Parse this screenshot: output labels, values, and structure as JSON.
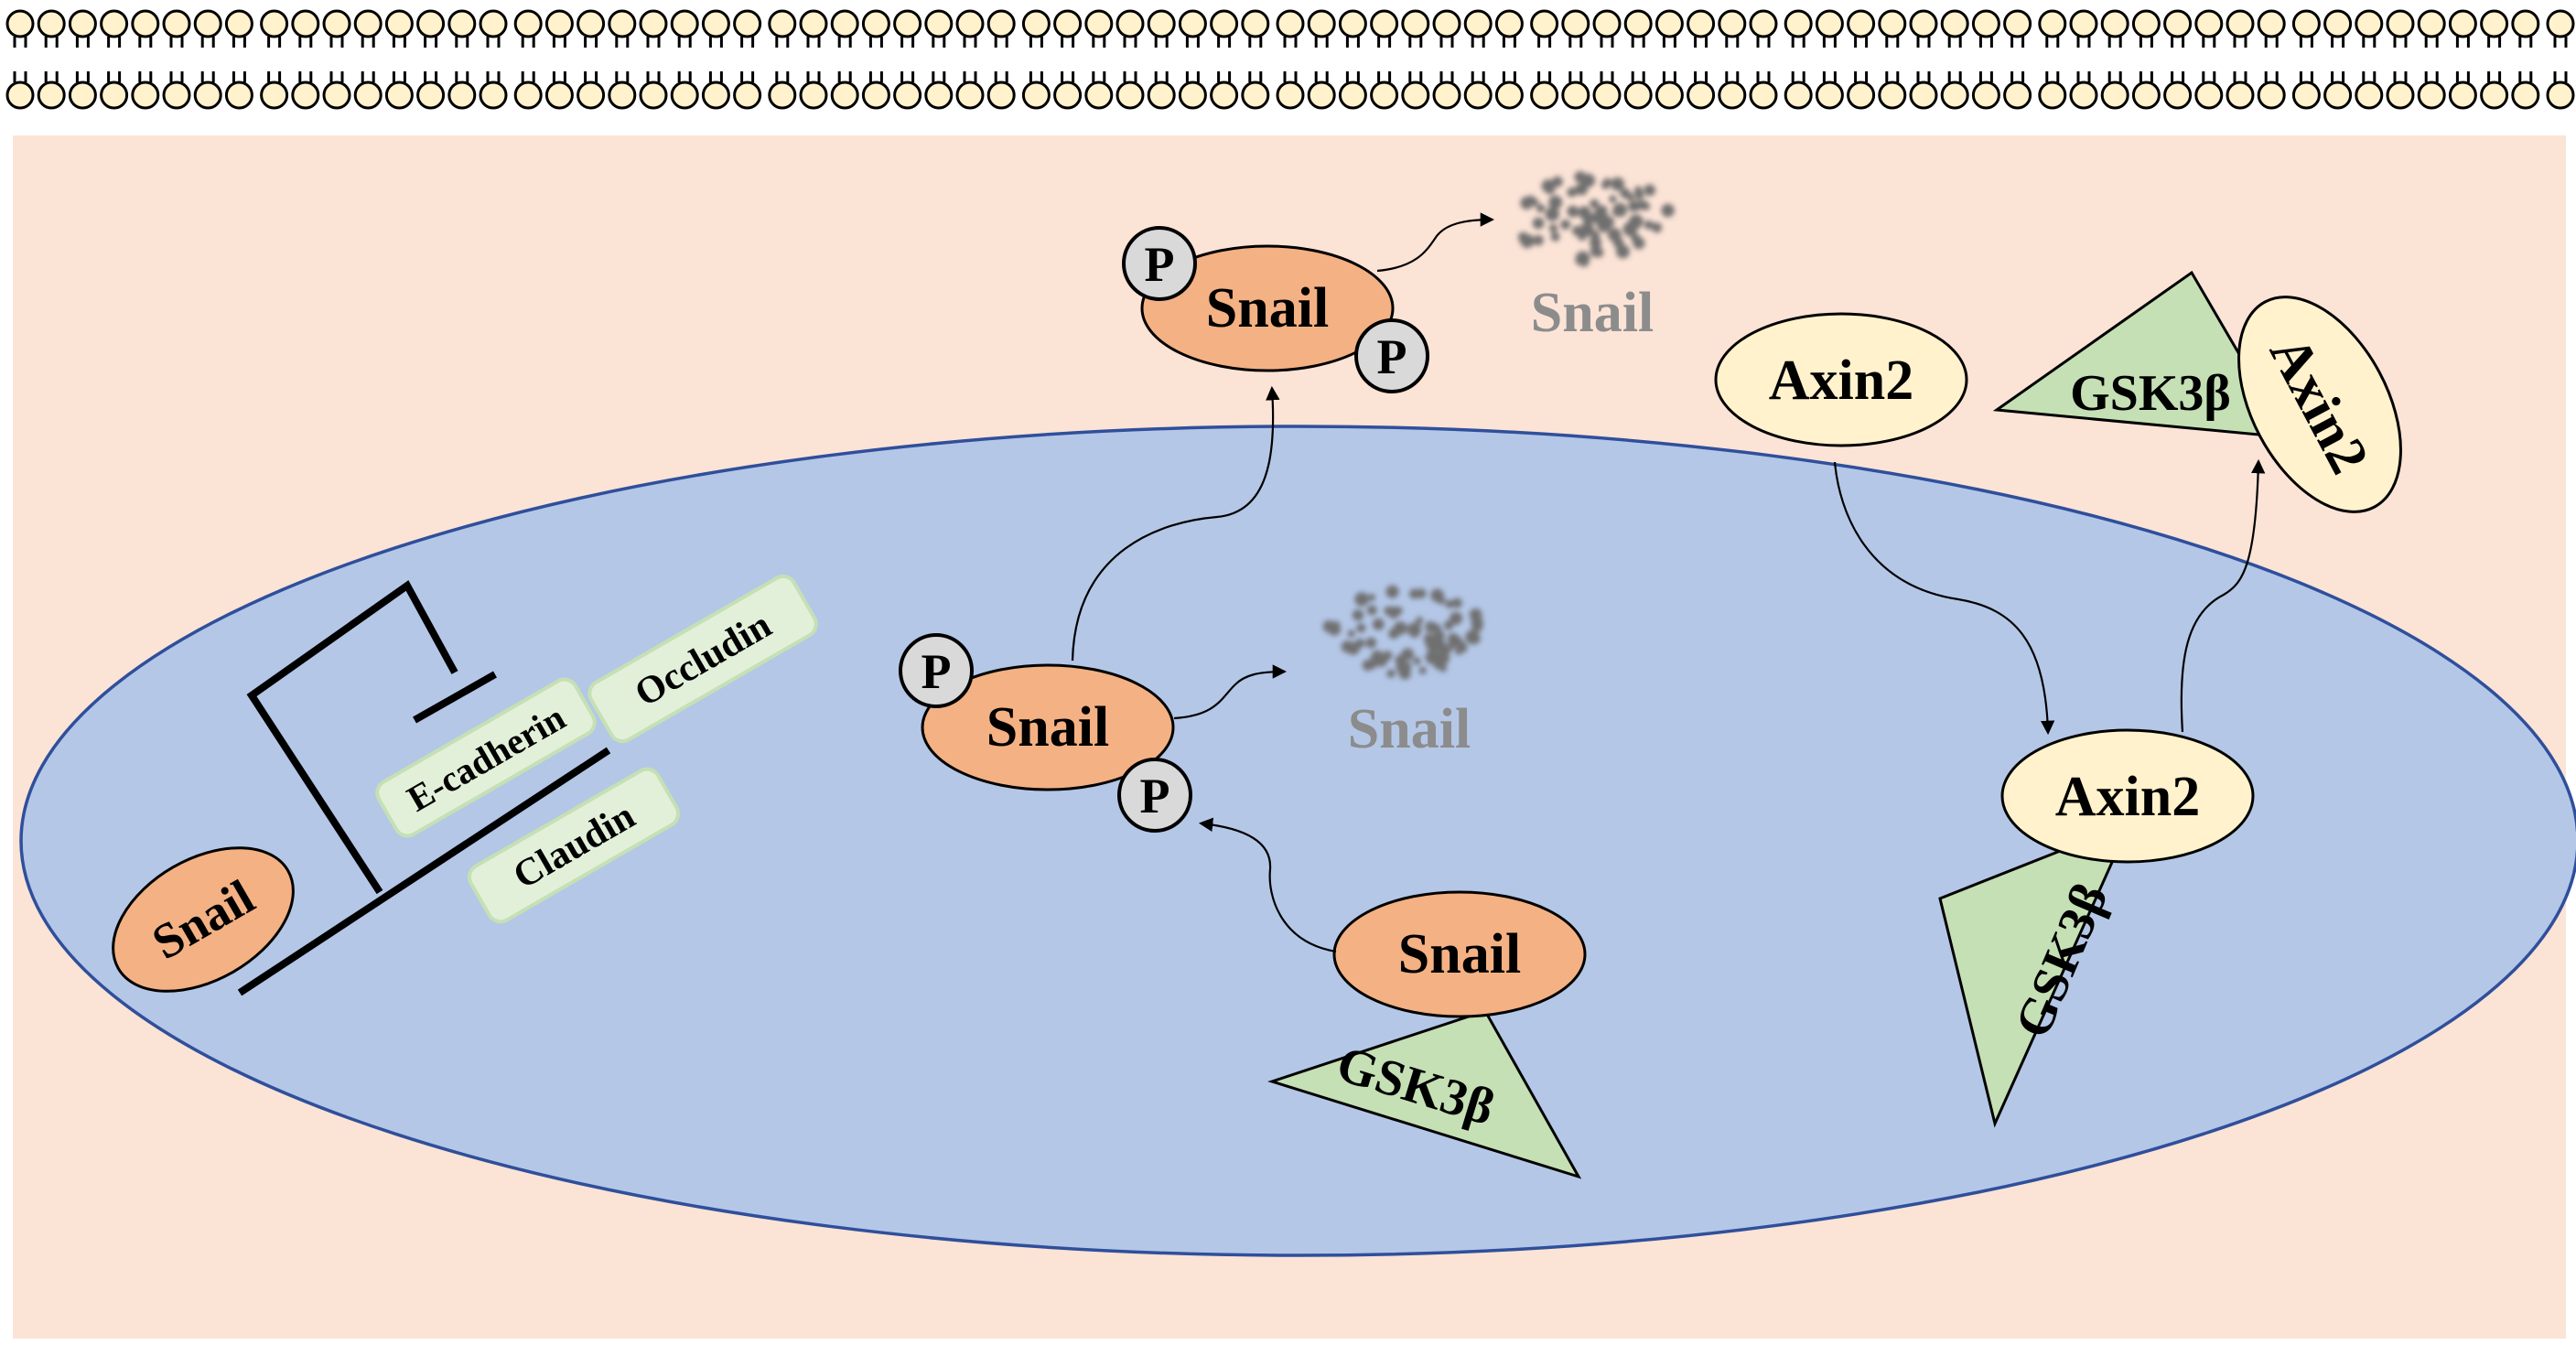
{
  "labels": {
    "snail": "Snail",
    "phospho": "P",
    "axin2": "Axin2",
    "gsk3b": "GSK3β",
    "e_cadherin": "E-cadherin",
    "occludin": "Occludin",
    "claudin": "Claudin"
  },
  "colors": {
    "cytoplasm": "#fbe3d6",
    "nucleus": "#b4c7e7",
    "nucleus_border": "#2f4f9b",
    "snail_fill": "#f4b183",
    "axin2_fill": "#fff2cc",
    "gsk3b_fill": "#c5e0b4",
    "phospho_fill": "#d9d9d9",
    "junction_box_fill": "#e2f0d9",
    "junction_box_border": "#c5e0b4",
    "lipid_head": "#fff2cc",
    "degraded_grey": "#8c8c8c"
  },
  "icons": {
    "membrane": "lipid-bilayer",
    "degradation": "degradation-particles-icon",
    "arrow": "arrow-icon",
    "inhibition": "inhibition-tbar-icon"
  }
}
